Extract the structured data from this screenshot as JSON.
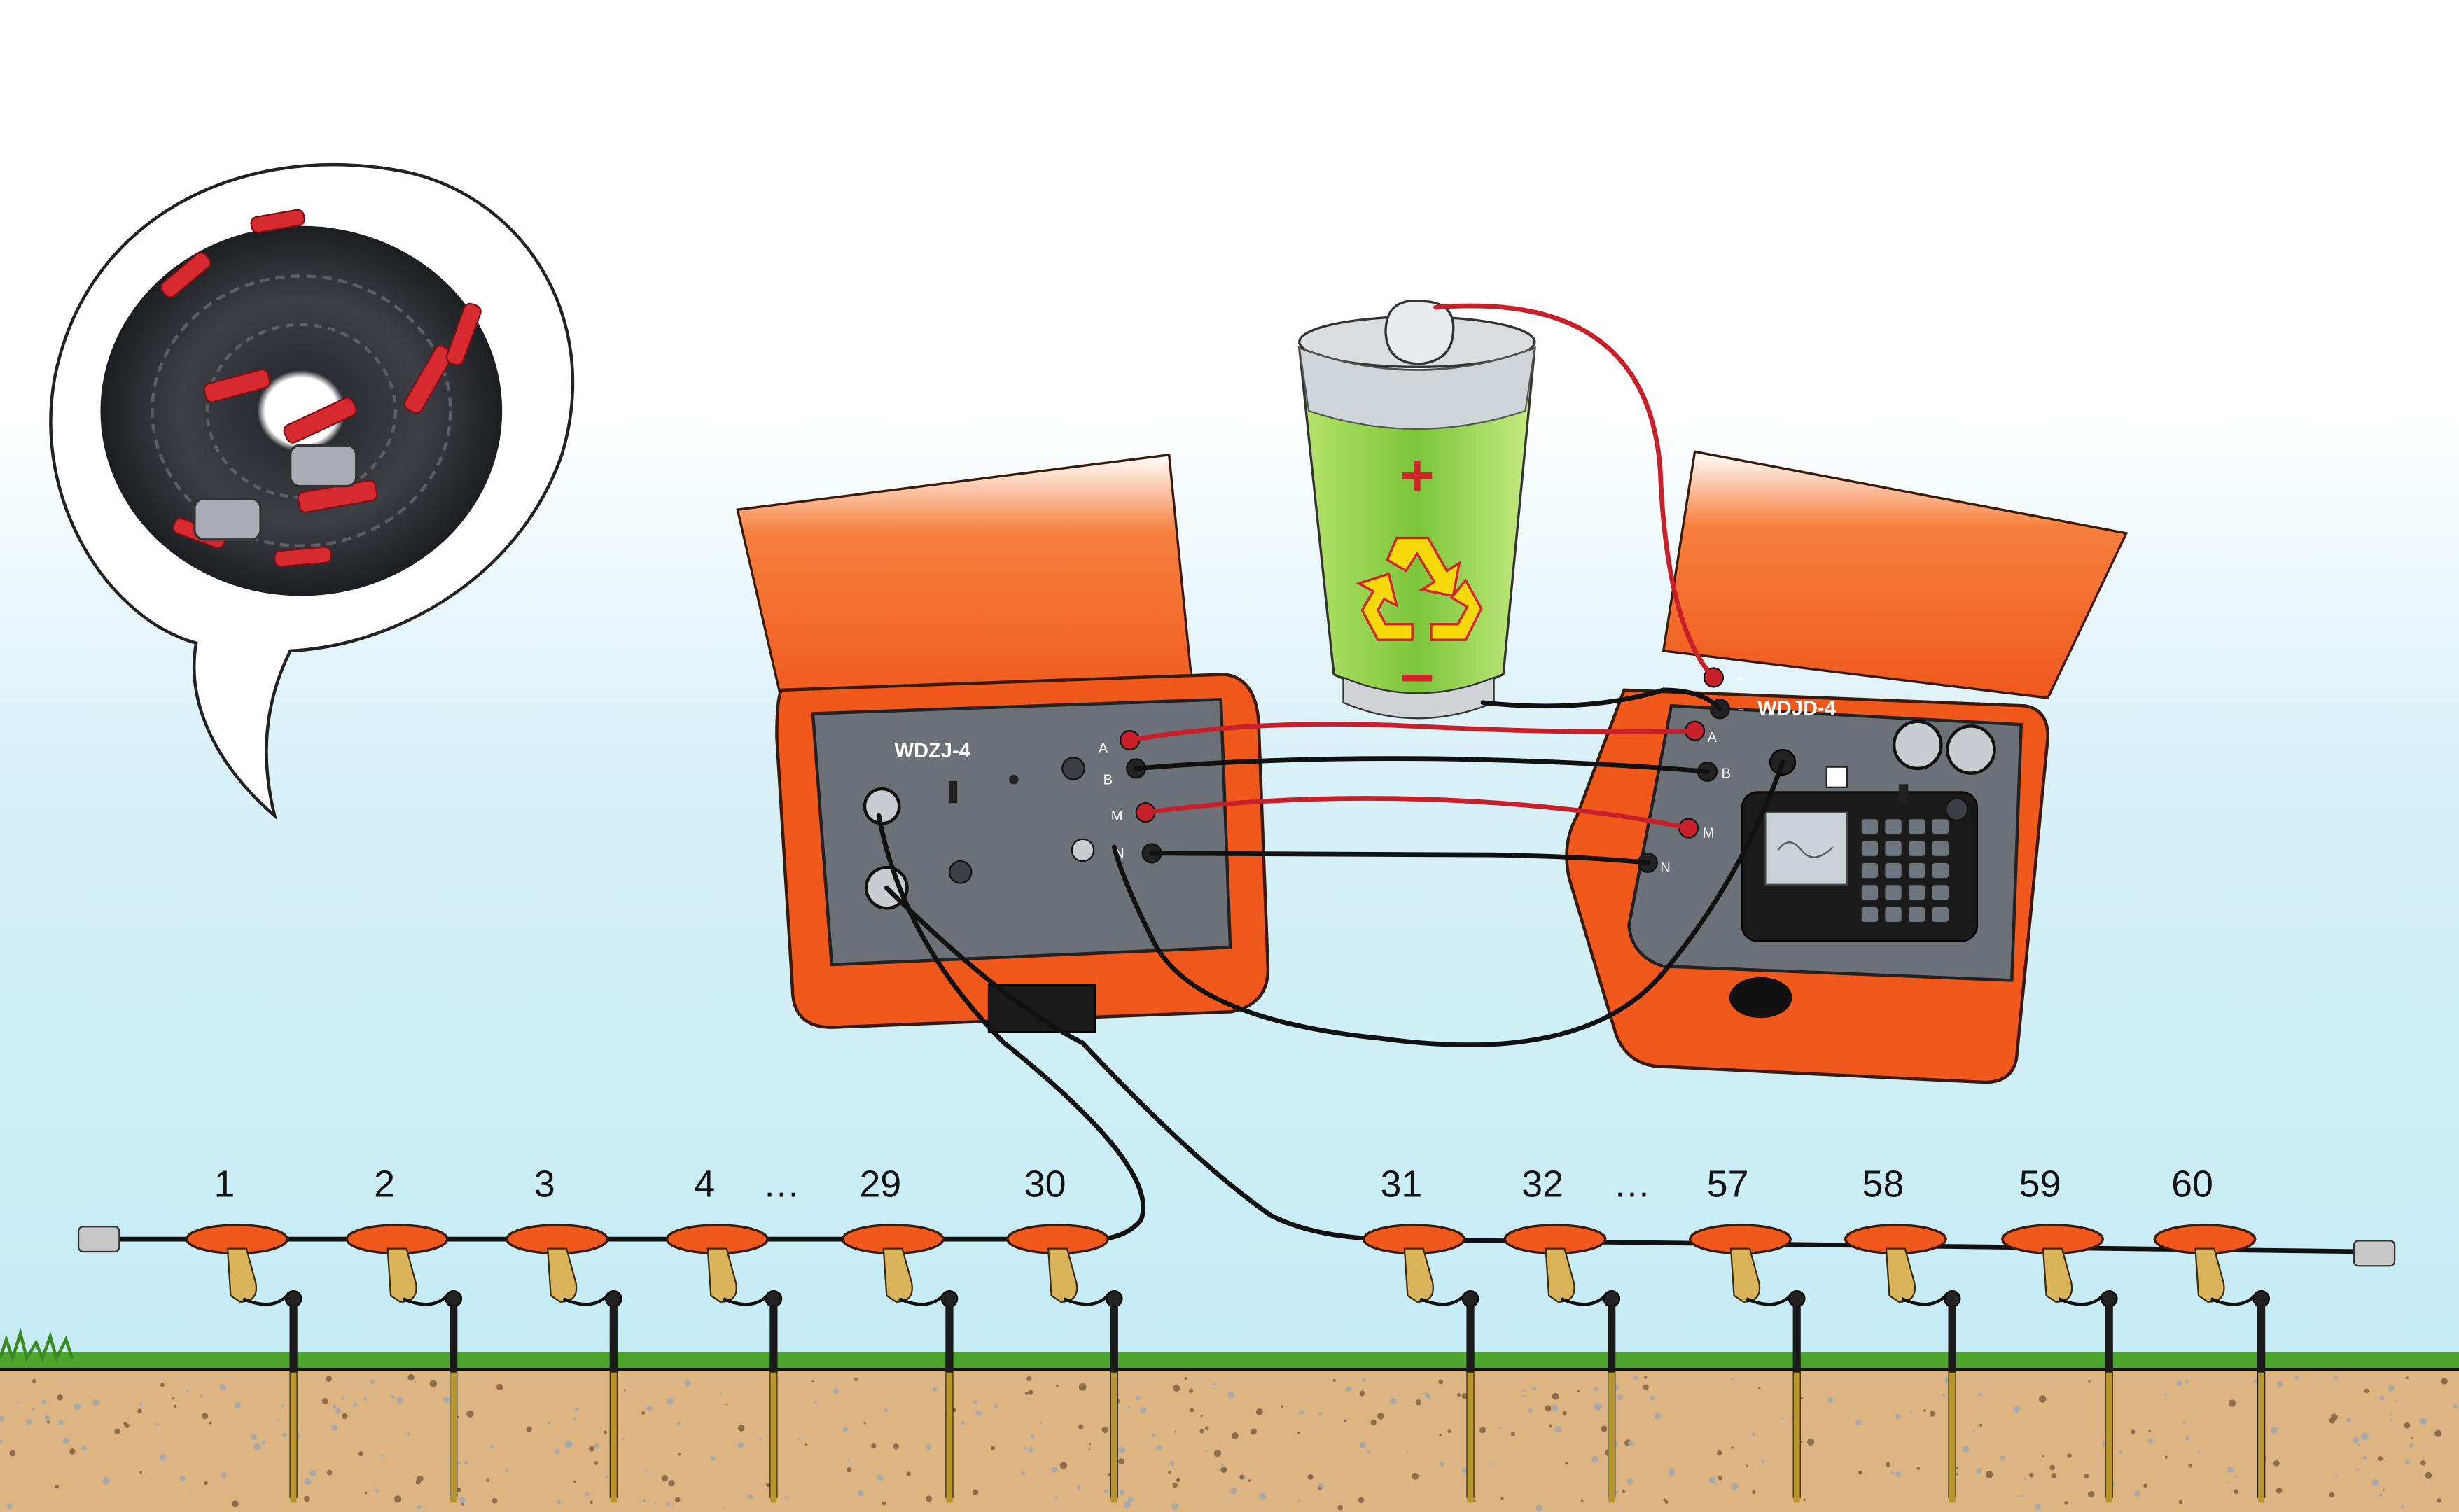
{
  "devices": {
    "switch_box": {
      "label": "WDZJ-4",
      "terminals": [
        "A",
        "B",
        "M",
        "N"
      ]
    },
    "instrument": {
      "label": "WDJD-4",
      "terminals": [
        "+",
        "-",
        "A",
        "B",
        "M",
        "N"
      ]
    }
  },
  "battery": {
    "positive": "+",
    "negative": "−",
    "symbol": "recycle-icon"
  },
  "electrodes": {
    "left": [
      "1",
      "2",
      "3",
      "4",
      "29",
      "30"
    ],
    "right": [
      "31",
      "32",
      "57",
      "58",
      "59",
      "60"
    ],
    "gap_marker": "…"
  },
  "inset": {
    "content": "coiled-multi-electrode-cable"
  },
  "colors": {
    "case_orange": "#f0581c",
    "panel_grey": "#6b7177",
    "cable_red": "#c8202a",
    "cable_black": "#111111",
    "battery_green": "#8fd24c",
    "soil": "#d9b27f",
    "grass": "#4ea52c",
    "sky": "#cfeef6"
  }
}
